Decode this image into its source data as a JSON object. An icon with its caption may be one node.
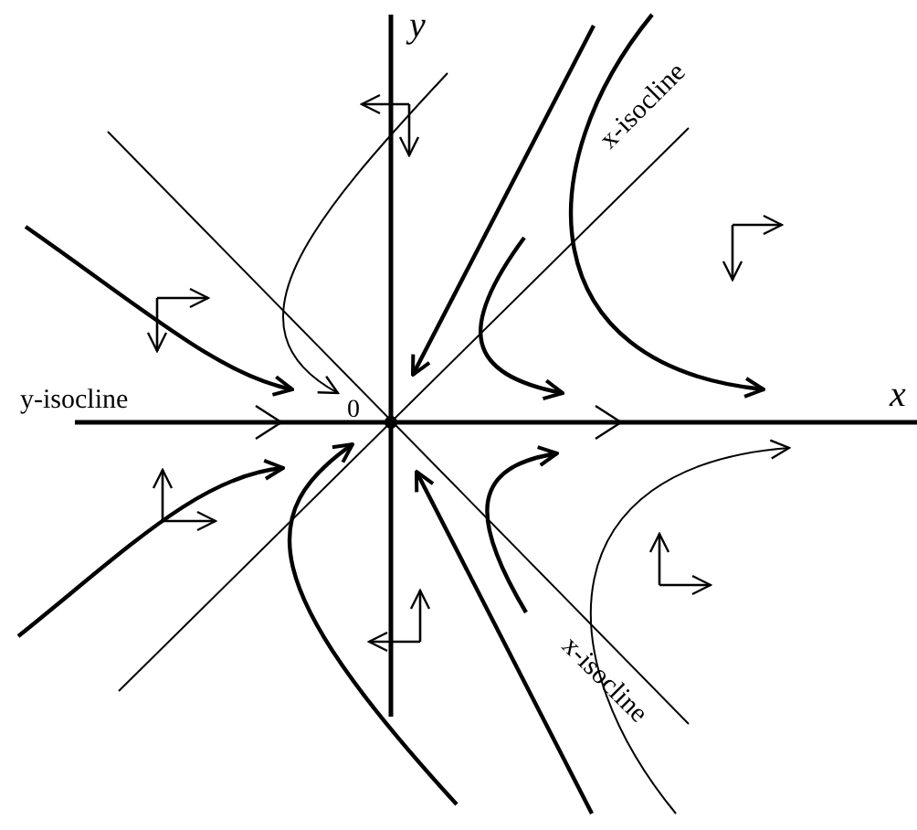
{
  "diagram": {
    "labels": [
      "y",
      "x-isocline",
      "y-isocline",
      "0",
      "x",
      "x-isocline"
    ]
  }
}
